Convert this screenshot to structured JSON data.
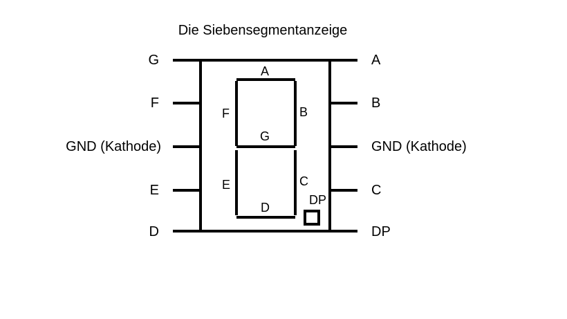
{
  "title": "Die Siebensegmentanzeige",
  "pins_left": [
    "G",
    "F",
    "GND (Kathode)",
    "E",
    "D"
  ],
  "pins_right": [
    "A",
    "B",
    "GND (Kathode)",
    "C",
    "DP"
  ],
  "segments": {
    "a": "A",
    "b": "B",
    "c": "C",
    "d": "D",
    "e": "E",
    "f": "F",
    "g": "G",
    "dp": "DP"
  },
  "colors": {
    "line": "#000000",
    "background": "#ffffff"
  }
}
